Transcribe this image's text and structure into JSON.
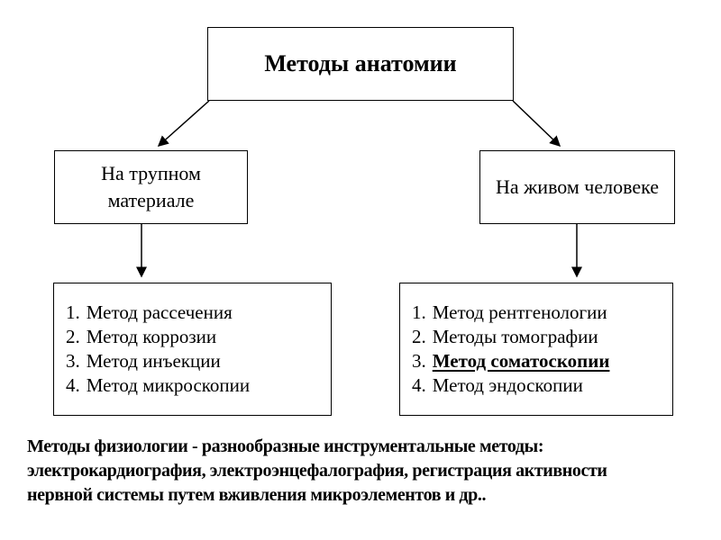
{
  "title": "Методы анатомии",
  "branches": {
    "left": {
      "label": "На трупном материале",
      "items": [
        {
          "num": "1.",
          "text": "Метод рассечения"
        },
        {
          "num": "2.",
          "text": "Метод коррозии"
        },
        {
          "num": "3.",
          "text": "Метод инъекции"
        },
        {
          "num": "4.",
          "text": "Метод микроскопии"
        }
      ]
    },
    "right": {
      "label": "На живом человеке",
      "items": [
        {
          "num": "1.",
          "text": "Метод рентгенологии"
        },
        {
          "num": "2.",
          "text": "Методы томографии"
        },
        {
          "num": "3.",
          "text": "Метод соматоскопии",
          "emphasis": true
        },
        {
          "num": "4.",
          "text": "Метод эндоскопии"
        }
      ]
    }
  },
  "footer": {
    "lines": [
      "Методы физиологии - разнообразные инструментальные методы:",
      "электрокардиография, электроэнцефалография, регистрация активности",
      "нервной системы путем вживления микроэлементов и др.."
    ]
  },
  "colors": {
    "text": "#000000",
    "background": "#ffffff",
    "border": "#000000"
  }
}
